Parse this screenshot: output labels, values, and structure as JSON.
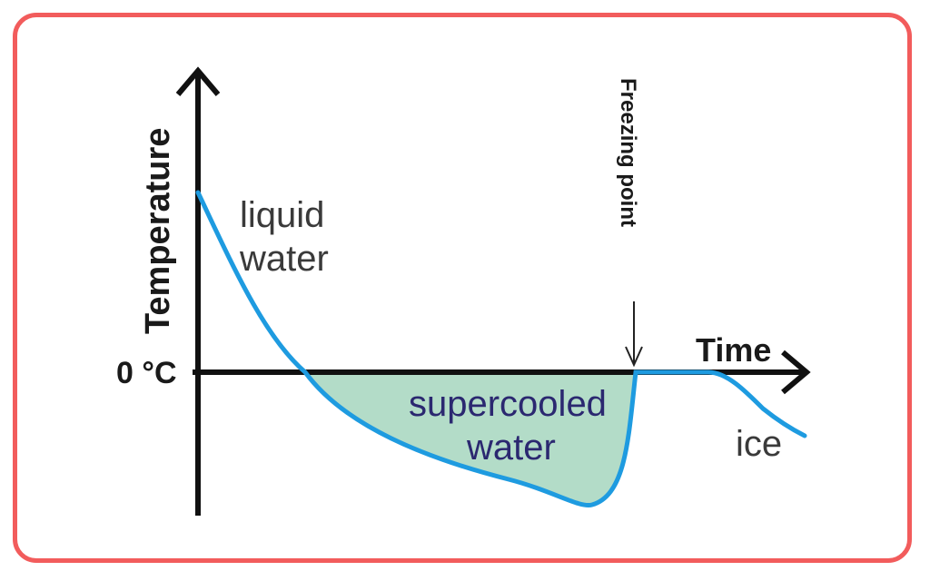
{
  "axes": {
    "y_label": "Temperature",
    "x_label": "Time",
    "zero_label": "0 °C"
  },
  "annotations": {
    "freezing_point": "Freezing point",
    "liquid_line1": "liquid",
    "liquid_line2": "water",
    "supercooled_line1": "supercooled",
    "supercooled_line2": "water",
    "ice": "ice"
  },
  "colors": {
    "frame": "#f25c5c",
    "curve": "#1e9be0",
    "supercooled_fill": "#b3dcc8",
    "axis": "#111111",
    "supercooled_text": "#2b2870"
  }
}
